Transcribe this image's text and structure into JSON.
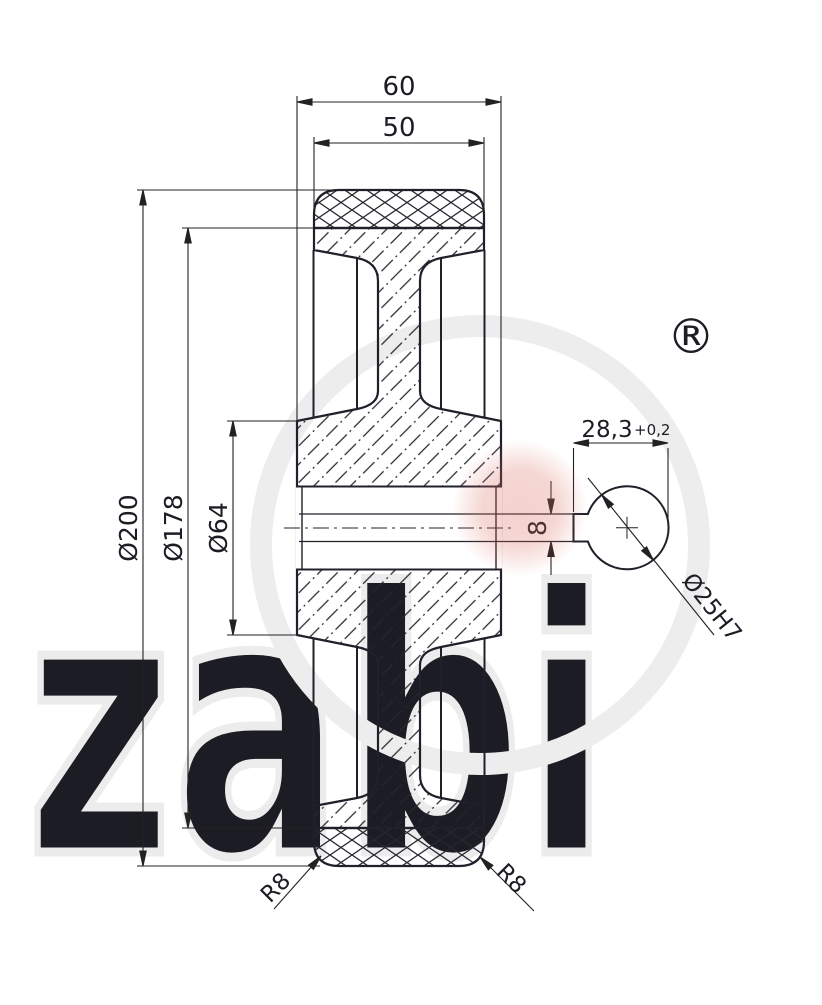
{
  "drawing": {
    "kind": "wheel cross-section technical drawing",
    "views": [
      "main section view",
      "bore keyway detail view"
    ]
  },
  "dims": {
    "overall_width": "60",
    "tread_width": "50",
    "outer_diameter": "Ø200",
    "intermediate_diameter": "Ø178",
    "hub_diameter": "Ø64",
    "keyway_width": "8",
    "keyway_height": "28,3",
    "keyway_height_tolerance": "+0,2",
    "bore_diameter": "Ø25H7",
    "fillet_left": "R8",
    "fillet_right": "R8"
  },
  "watermark": {
    "logo_text": "zabi",
    "registered_mark": "®"
  },
  "colors": {
    "line": "#20202b",
    "dimension_line": "#222222",
    "watermark_gray": "#ececec",
    "watermark_accent": "#d96a5c"
  }
}
